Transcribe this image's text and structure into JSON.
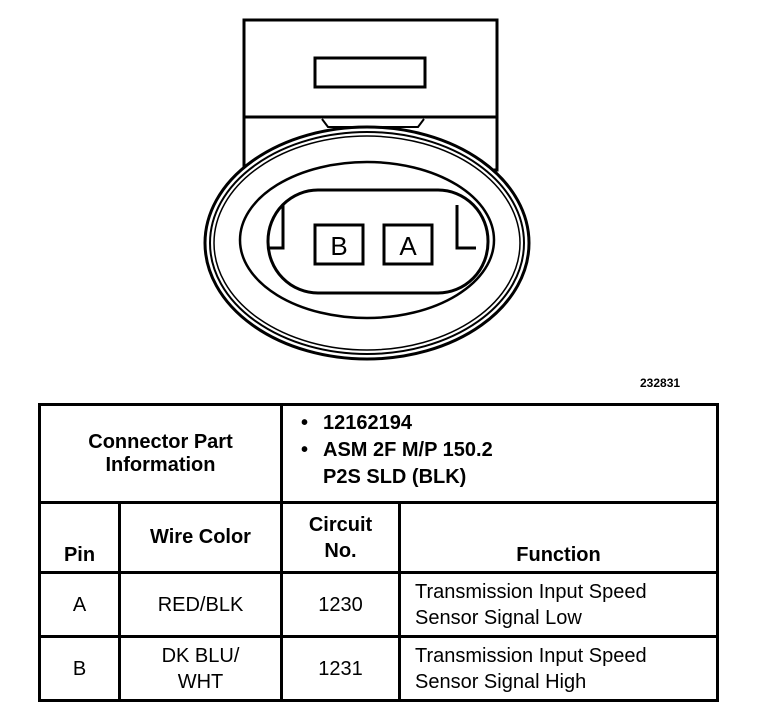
{
  "connector": {
    "pins": [
      "B",
      "A"
    ]
  },
  "figure_id": "232831",
  "table": {
    "info_label": "Connector Part Information",
    "info_items": [
      "12162194",
      "ASM 2F M/P 150.2 P2S SLD (BLK)"
    ],
    "headers": {
      "pin": "Pin",
      "wire_color": "Wire Color",
      "circuit_line1": "Circuit",
      "circuit_line2": "No.",
      "function": "Function"
    },
    "rows": [
      {
        "pin": "A",
        "wire_color": "RED/BLK",
        "wire_color_line2": "",
        "circuit": "1230",
        "function_line1": "Transmission Input Speed",
        "function_line2": "Sensor Signal Low"
      },
      {
        "pin": "B",
        "wire_color": "DK BLU/",
        "wire_color_line2": "WHT",
        "circuit": "1231",
        "function_line1": "Transmission Input Speed",
        "function_line2": "Sensor Signal High"
      }
    ]
  }
}
